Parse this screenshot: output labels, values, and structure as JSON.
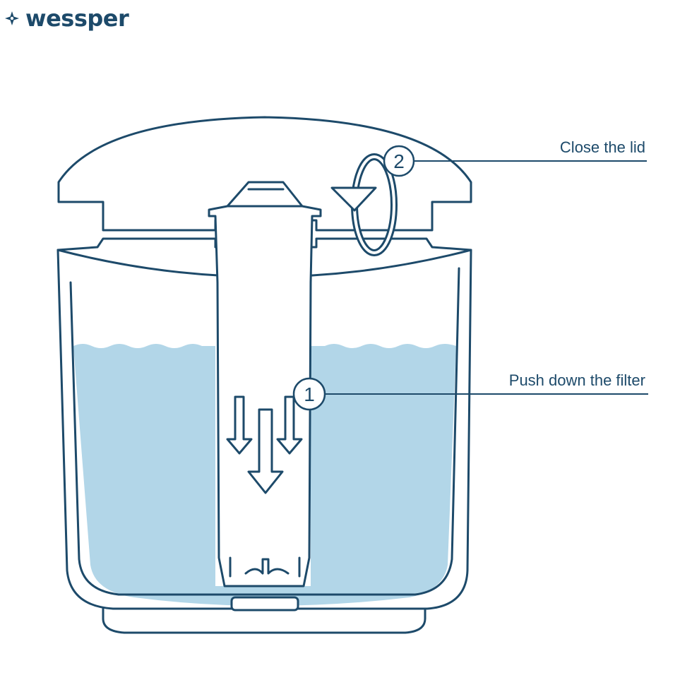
{
  "brand": {
    "name": "wessper",
    "icon": "four-point-star-icon",
    "color": "#1d4a6a"
  },
  "colors": {
    "outline": "#1d4a6a",
    "water": "#b2d6e8"
  },
  "steps": [
    {
      "number": "1",
      "label": "Push down the filter",
      "icon": "down-arrows-icon"
    },
    {
      "number": "2",
      "label": "Close the lid",
      "icon": "rotate-arrow-icon"
    }
  ]
}
